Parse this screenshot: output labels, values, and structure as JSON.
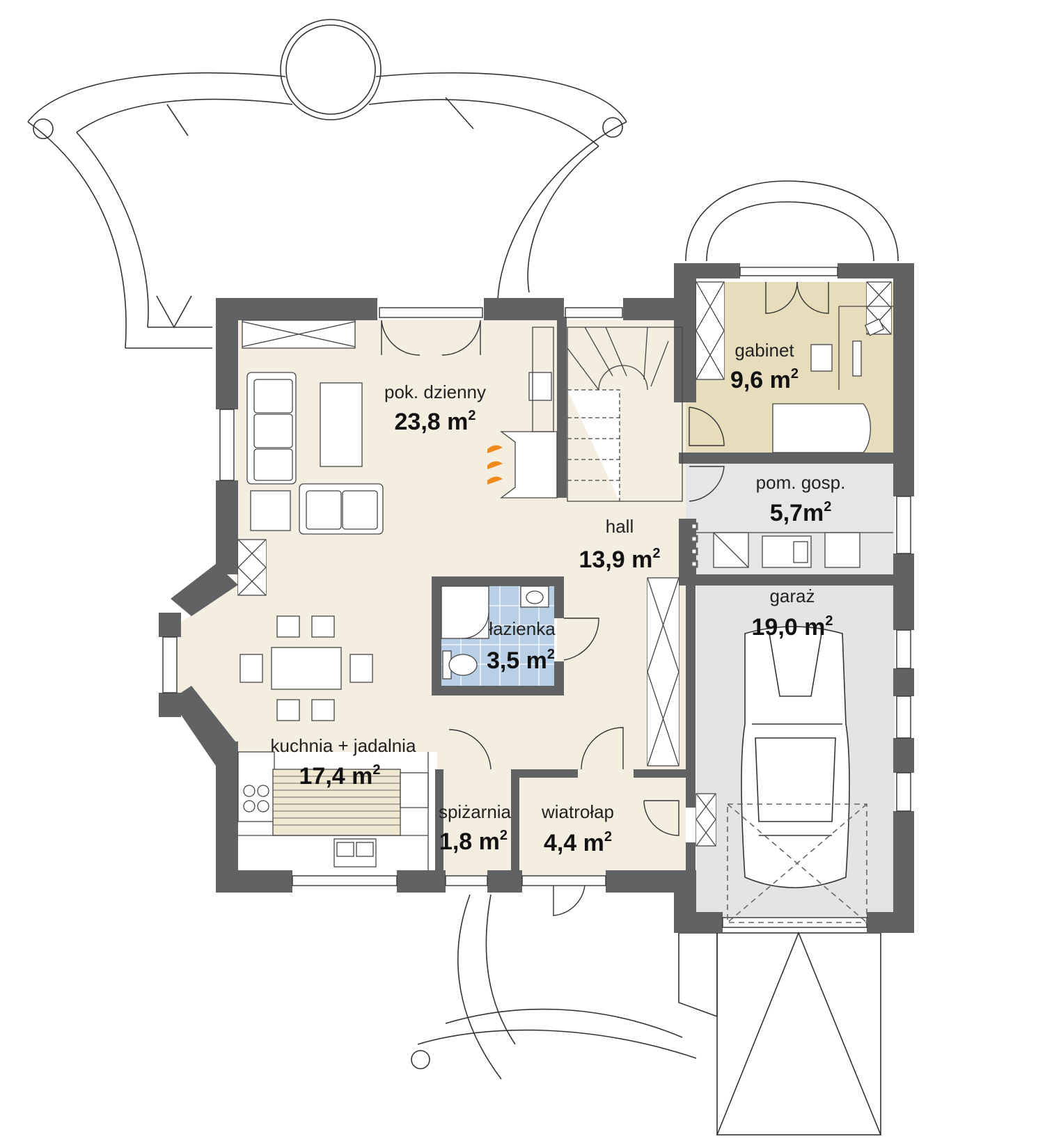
{
  "plan": {
    "colors": {
      "wall": "#616264",
      "living_floor": "#f3eee0",
      "office_floor": "#e7dcbc",
      "utility_floor": "#e6e6e6",
      "garage_floor": "#e4e4e4",
      "bath_tile": "#b8cfe6",
      "fireplace_flame": "#f08a1d"
    },
    "rooms": [
      {
        "id": "living",
        "name": "pok. dzienny",
        "area": "23,8 m",
        "unit_sup": "2"
      },
      {
        "id": "hall",
        "name": "hall",
        "area": "13,9 m",
        "unit_sup": "2"
      },
      {
        "id": "office",
        "name": "gabinet",
        "area": "9,6 m",
        "unit_sup": "2"
      },
      {
        "id": "utility",
        "name": "pom. gosp.",
        "area": "5,7m",
        "unit_sup": "2"
      },
      {
        "id": "bathroom",
        "name": "łazienka",
        "area": "3,5 m",
        "unit_sup": "2"
      },
      {
        "id": "garage",
        "name": "garaż",
        "area": "19,0 m",
        "unit_sup": "2"
      },
      {
        "id": "kitchen",
        "name": "kuchnia + jadalnia",
        "area": "17,4 m",
        "unit_sup": "2"
      },
      {
        "id": "pantry",
        "name": "spiżarnia",
        "area": "1,8 m",
        "unit_sup": "2"
      },
      {
        "id": "vestibule",
        "name": "wiatrołap",
        "area": "4,4 m",
        "unit_sup": "2"
      }
    ]
  }
}
